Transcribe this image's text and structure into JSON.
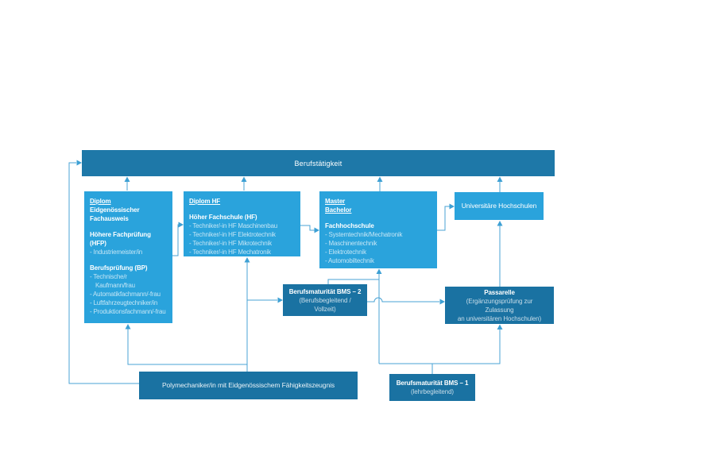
{
  "colors": {
    "bar_blue": "#1e78a8",
    "dark_box_blue": "#1a72a2",
    "light_box_blue": "#2aa3dc",
    "connector_blue": "#4aa3d4",
    "background": "#ffffff"
  },
  "bar": {
    "label": "Berufstätigkeit"
  },
  "diplom_bp": {
    "title": "Diplom",
    "subtitle": "Eidgenössischer\nFachausweis",
    "hfp_header": "Höhere Fachprüfung\n(HFP)",
    "hfp_items": [
      "- Industriemeister/in"
    ],
    "bp_header": "Berufsprüfung (BP)",
    "bp_items": [
      "- Technische/r Kaufmann/frau",
      "- Automatikfachmann/-frau",
      "- Luftfahrzeugtechniker/in",
      "- Produktionsfachmann/-frau"
    ]
  },
  "diplom_hf": {
    "title": "Diplom HF",
    "header": "Höher Fachschule (HF)",
    "items": [
      "- Techniker/-in HF Maschinenbau",
      "- Techniker/-in HF Elektrotechnik",
      "- Techniker/-in HF Mikrotechnik",
      "- Techniker/-in HF Mechatronik"
    ]
  },
  "fachhochschule": {
    "title1": "Master",
    "title2": "Bachelor",
    "header": "Fachhochschule",
    "items": [
      "- Systemtechnik/Mechatronik",
      "- Maschinentechnik",
      "- Elektrotechnik",
      "- Automobiltechnik"
    ]
  },
  "uni": {
    "label": "Universitäre Hochschulen"
  },
  "bms2": {
    "title": "Berufsmaturität BMS – 2",
    "subtitle": "(Berufsbegleitend /\nVollzeit)"
  },
  "passarelle": {
    "title": "Passarelle",
    "subtitle": "(Ergänzungsprüfung zur\nZulassung\nan universitären Hochschulen)"
  },
  "polymechaniker": {
    "label": "Polymechaniker/in mit Eidgenössischem Fähigkeitszeugnis"
  },
  "bms1": {
    "title": "Berufsmaturität BMS – 1",
    "subtitle": "(lehrbegleitend)"
  }
}
